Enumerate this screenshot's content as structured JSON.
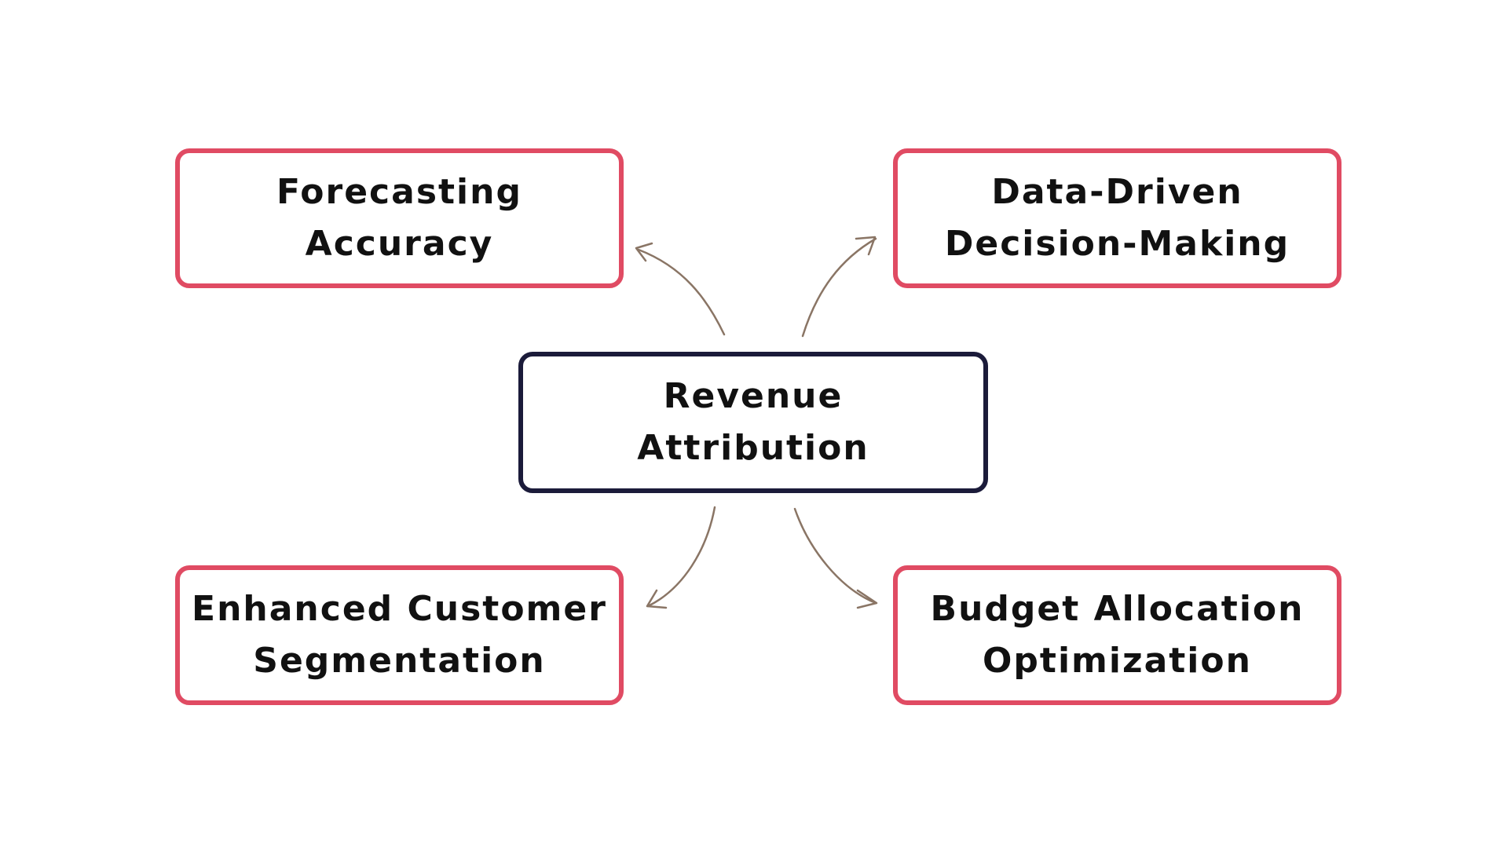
{
  "colors": {
    "outer_border": "#e04b63",
    "center_border": "#1b1b3a",
    "arrow": "#8a7565",
    "text": "#111111",
    "background": "#ffffff"
  },
  "center": {
    "line1": "Revenue",
    "line2": "Attribution"
  },
  "nodes": {
    "forecasting": {
      "line1": "Forecasting",
      "line2": "Accuracy"
    },
    "data_driven": {
      "line1": "Data-Driven",
      "line2": "Decision-Making"
    },
    "segmentation": {
      "line1": "Enhanced Customer",
      "line2": "Segmentation"
    },
    "budget": {
      "line1": "Budget Allocation",
      "line2": "Optimization"
    }
  }
}
